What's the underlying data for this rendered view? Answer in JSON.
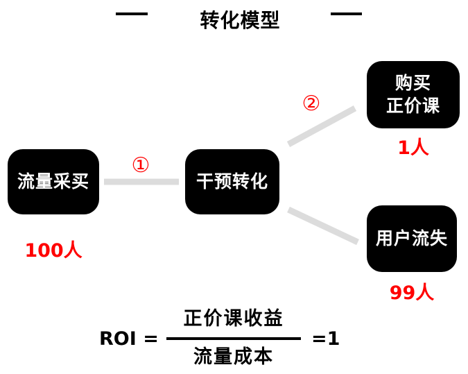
{
  "title": {
    "text": "转化模型"
  },
  "nodes": {
    "traffic": {
      "label": "流量采买",
      "count": "100人"
    },
    "convert": {
      "label": "干预转化"
    },
    "purchase": {
      "label_line1": "购买",
      "label_line2": "正价课",
      "count": "1人"
    },
    "churn": {
      "label": "用户流失",
      "count": "99人"
    }
  },
  "edges": {
    "step1": {
      "label": "①"
    },
    "step2": {
      "label": "②"
    }
  },
  "formula": {
    "lhs": "ROI =",
    "numerator": "正价课收益",
    "denominator": "流量成本",
    "rhs": "=1"
  },
  "colors": {
    "node_bg": "#000000",
    "node_text": "#ffffff",
    "accent_red": "#ff0000",
    "connector_gray": "#dcdcdc",
    "background": "#ffffff",
    "text_black": "#000000"
  }
}
